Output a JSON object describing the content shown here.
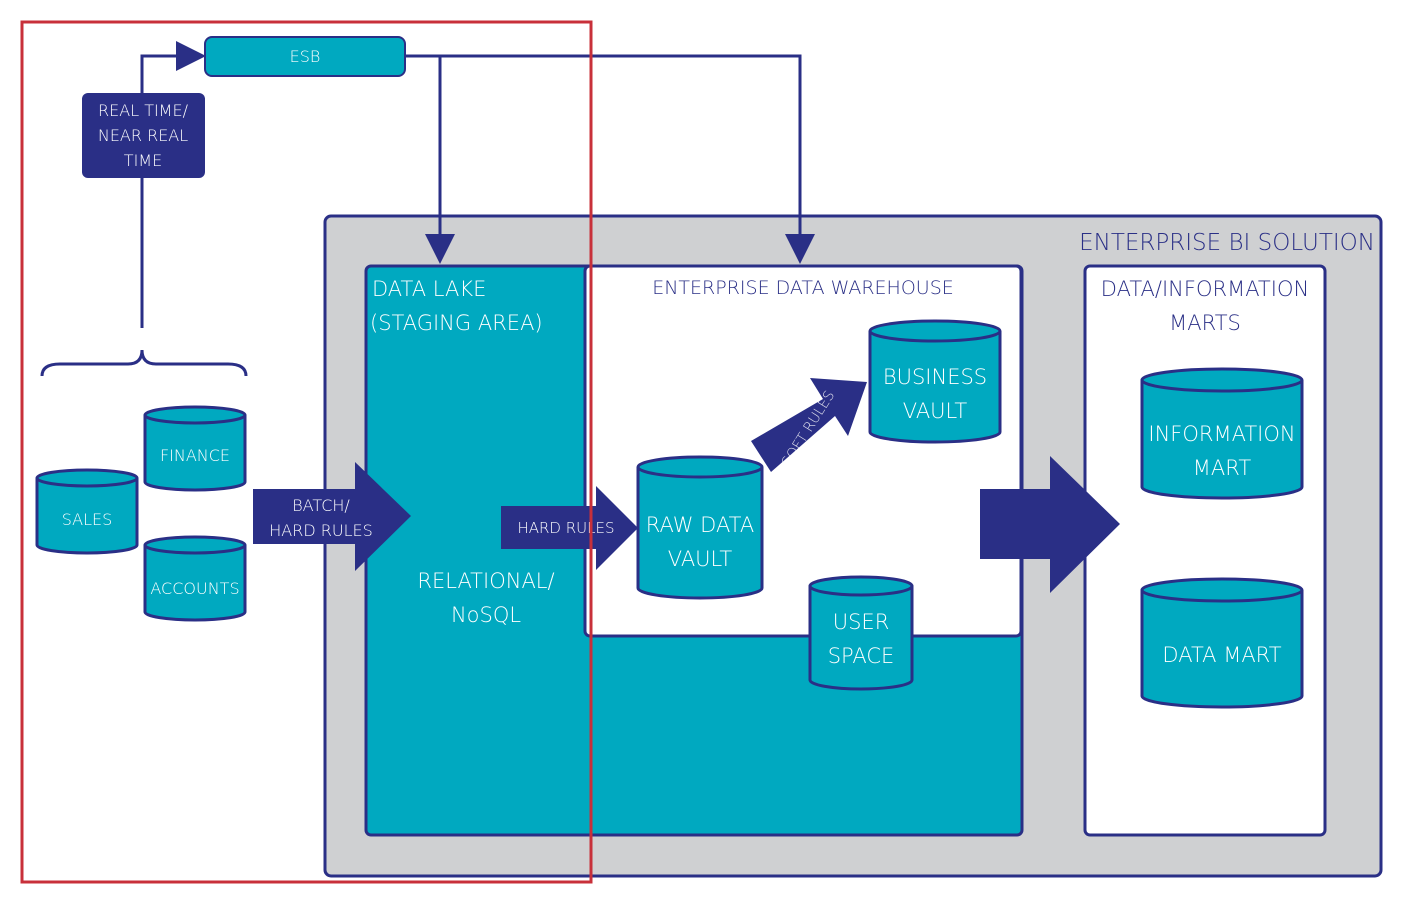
{
  "colors": {
    "navy": "#2a2f86",
    "teal": "#00a9c0",
    "teal_dark": "#0d8ea3",
    "gray": "#cfd0d2",
    "red": "#c8303a",
    "white": "#ffffff"
  },
  "esb": "ESB",
  "realtime_box": [
    "REAL TIME/",
    "NEAR REAL",
    "TIME"
  ],
  "sources": {
    "finance": "FINANCE",
    "sales": "SALES",
    "accounts": "ACCOUNTS"
  },
  "batch_arrow": [
    "BATCH/",
    "HARD RULES"
  ],
  "enterprise_bi": "ENTERPRISE BI SOLUTION",
  "data_lake": {
    "title": [
      "DATA LAKE",
      "(STAGING AREA)"
    ],
    "subtitle": [
      "RELATIONAL/",
      "NoSQL"
    ]
  },
  "edw": {
    "title": "ENTERPRISE DATA WAREHOUSE",
    "hard_rules": "HARD RULES",
    "raw_vault": [
      "RAW DATA",
      "VAULT"
    ],
    "soft_rules": "SOFT RULES",
    "business_vault": [
      "BUSINESS",
      "VAULT"
    ],
    "user_space": [
      "USER",
      "SPACE"
    ]
  },
  "marts": {
    "title": [
      "DATA/INFORMATION",
      "MARTS"
    ],
    "information_mart": [
      "INFORMATION",
      "MART"
    ],
    "data_mart": "DATA MART"
  }
}
